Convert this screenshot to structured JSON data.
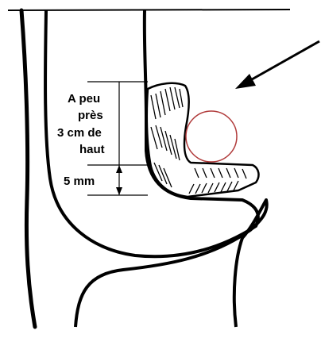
{
  "labels": {
    "height_line1": "A peu",
    "height_line2": "près",
    "height_line3": "3 cm de",
    "height_line4": "haut",
    "gap": "5 mm"
  },
  "colors": {
    "ink": "#000000",
    "background": "#ffffff",
    "circle_stroke": "#b03a3a"
  }
}
